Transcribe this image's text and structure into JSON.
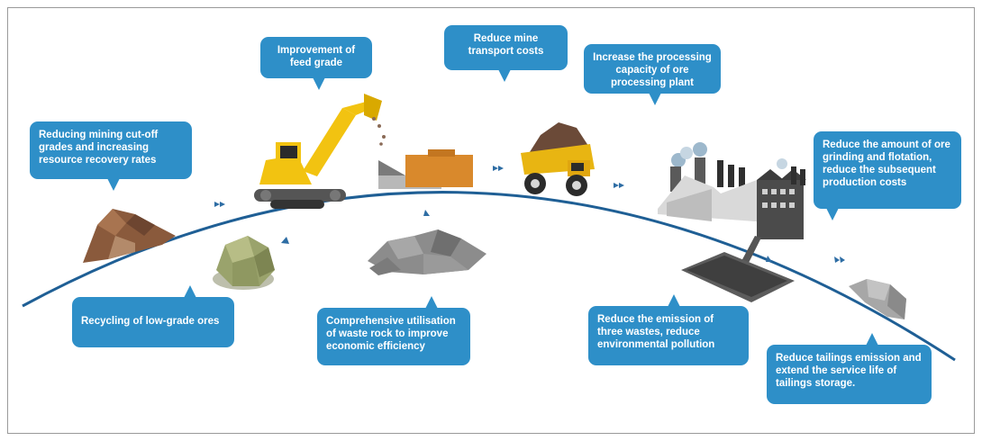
{
  "callouts": {
    "cutoff": "Reducing mining cut-off grades and increasing resource recovery rates",
    "feed_grade": "Improvement of feed grade",
    "transport": "Reduce mine transport costs",
    "capacity": "Increase the processing capacity of ore processing plant",
    "grinding": "Reduce the amount of ore grinding and flotation, reduce the subsequent production costs",
    "low_grade": "Recycling of low-grade ores",
    "waste_rock": "Comprehensive utilisation of waste rock to improve economic efficiency",
    "three_wastes": "Reduce the emission of three wastes, reduce environmental pollution",
    "tailings": "Reduce tailings emission and extend the service life of tailings storage."
  },
  "colors": {
    "callout_bg": "#2e8fc8",
    "callout_text": "#ffffff",
    "curve": "#1f5f95",
    "arrow": "#2e6da4",
    "excavator": "#f2c311",
    "truck": "#e8b512",
    "ore": "#8a5a3c",
    "rock": "#8c8c8c",
    "green_ore": "#9aa36c"
  },
  "icons": {
    "excavator": "excavator-icon",
    "truck": "dump-truck-icon",
    "factory": "factory-icon",
    "ore_pile": "ore-pile-icon",
    "rock_pile": "rock-pile-icon",
    "tailings": "tailings-icon"
  }
}
